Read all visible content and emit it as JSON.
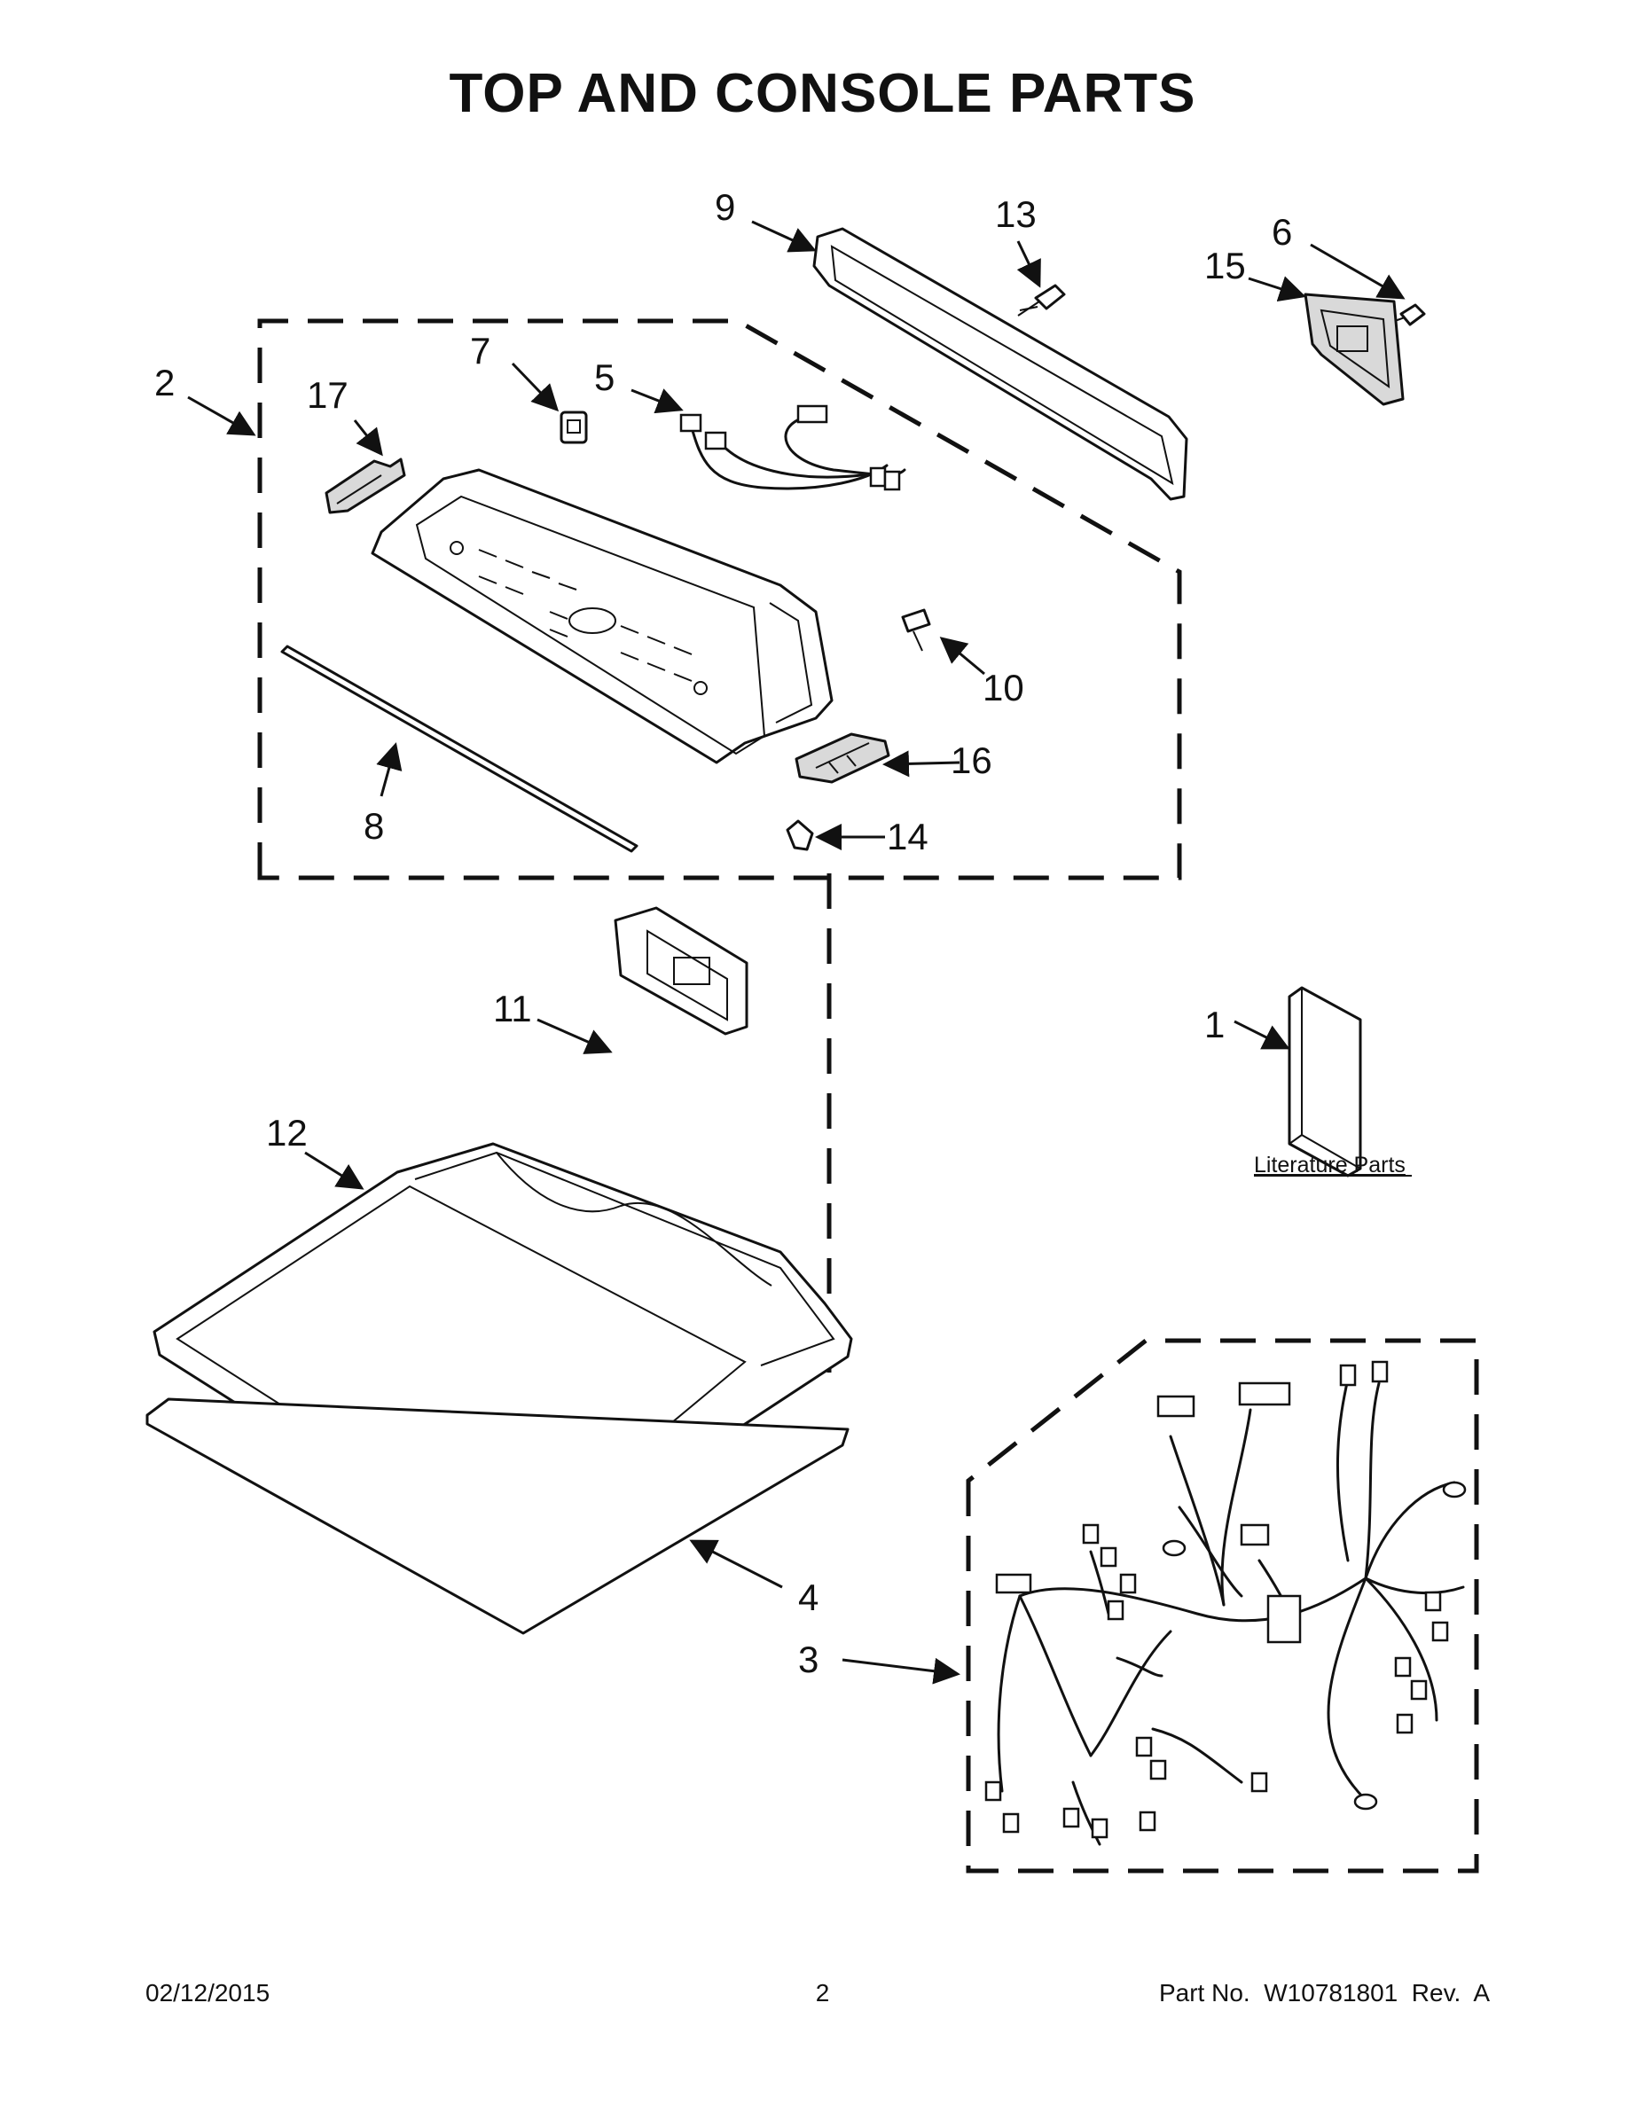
{
  "title": "TOP AND CONSOLE PARTS",
  "callouts": [
    {
      "id": "c1",
      "label": "1"
    },
    {
      "id": "c2",
      "label": "2"
    },
    {
      "id": "c3",
      "label": "3"
    },
    {
      "id": "c4",
      "label": "4"
    },
    {
      "id": "c5",
      "label": "5"
    },
    {
      "id": "c6",
      "label": "6"
    },
    {
      "id": "c7",
      "label": "7"
    },
    {
      "id": "c8",
      "label": "8"
    },
    {
      "id": "c9",
      "label": "9"
    },
    {
      "id": "c10",
      "label": "10"
    },
    {
      "id": "c11",
      "label": "11"
    },
    {
      "id": "c12",
      "label": "12"
    },
    {
      "id": "c13",
      "label": "13"
    },
    {
      "id": "c14",
      "label": "14"
    },
    {
      "id": "c15",
      "label": "15"
    },
    {
      "id": "c16",
      "label": "16"
    },
    {
      "id": "c17",
      "label": "17"
    }
  ],
  "literature_label": "Literature Parts",
  "footer": {
    "date": "02/12/2015",
    "page": "2",
    "part_number": "Part No.  W10781801  Rev.  A"
  }
}
